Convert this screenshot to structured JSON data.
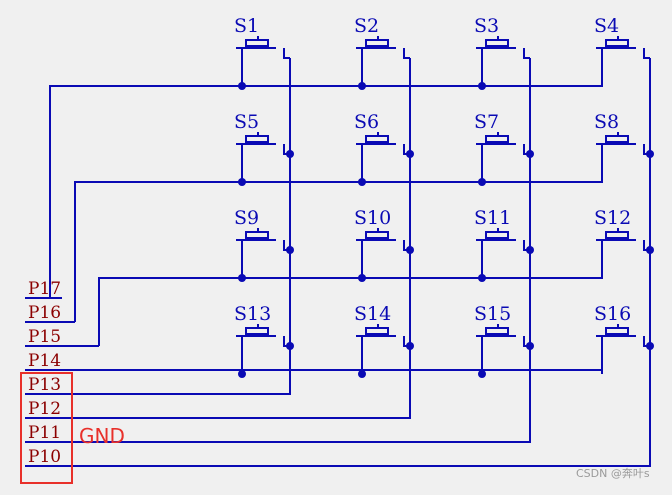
{
  "diagram": {
    "wire_color": "#0a0ab4",
    "pin_color": "#8b0000",
    "highlight_color": "#e8302a",
    "background": "#f0f0f0",
    "switches": [
      "S1",
      "S2",
      "S3",
      "S4",
      "S5",
      "S6",
      "S7",
      "S8",
      "S9",
      "S10",
      "S11",
      "S12",
      "S13",
      "S14",
      "S15",
      "S16"
    ],
    "pins": [
      "P17",
      "P16",
      "P15",
      "P14",
      "P13",
      "P12",
      "P11",
      "P10"
    ],
    "gnd_label": "GND"
  },
  "watermark": "CSDN @奔叶s"
}
